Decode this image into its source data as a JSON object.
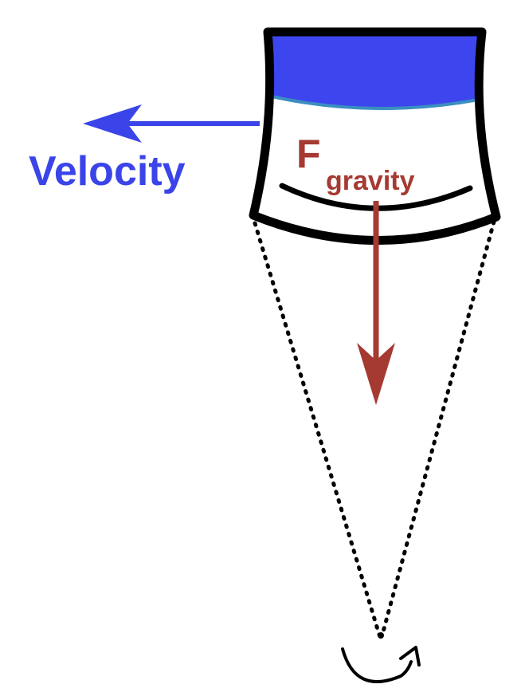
{
  "labels": {
    "velocity": "Velocity",
    "force_symbol": "F",
    "force_subscript": "gravity"
  },
  "colors": {
    "velocity": "#3a44e8",
    "gravity": "#a53a32",
    "water": "#3d46ee",
    "water_surface": "#3b8fc0",
    "outline": "#000000"
  },
  "icons": {
    "rotation": "rotation-arrow-icon"
  }
}
